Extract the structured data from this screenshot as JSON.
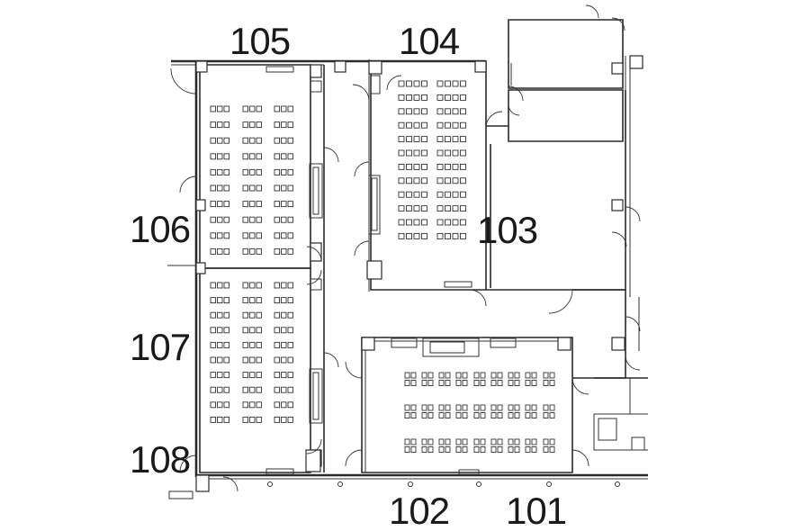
{
  "rooms": {
    "r101": "101",
    "r102": "102",
    "r103": "103",
    "r104": "104",
    "r105": "105",
    "r106": "106",
    "r107": "107",
    "r108": "108"
  }
}
